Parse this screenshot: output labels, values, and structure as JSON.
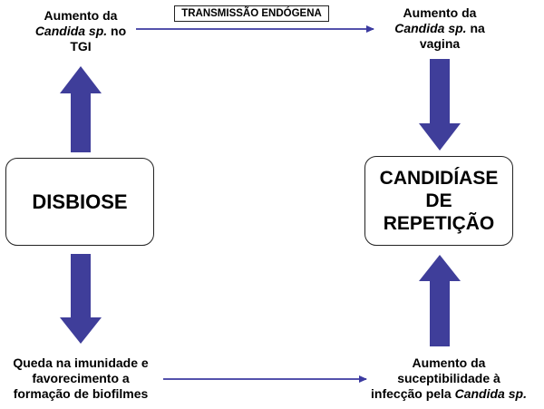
{
  "colors": {
    "arrow": "#3f3e9a",
    "line": "#3b3aa0"
  },
  "top_left": {
    "line1": "Aumento da",
    "genus": "Candida sp.",
    "after": " no",
    "line3": "TGI"
  },
  "top_right": {
    "line1": "Aumento da",
    "genus": "Candida sp.",
    "after": " na",
    "line3": "vagina"
  },
  "transmission_label": "TRANSMISSÃO ENDÓGENA",
  "dysbiosis": {
    "label": "DISBIOSE"
  },
  "recurrent": {
    "line1": "CANDIDÍASE",
    "line2": "DE",
    "line3": "REPETIÇÃO"
  },
  "bottom_left": {
    "line1": "Queda na imunidade e",
    "line2": "favorecimento a",
    "line3": "formação de biofilmes"
  },
  "bottom_right": {
    "line1": "Aumento da",
    "line2": "suceptibilidade à",
    "line3_prefix": "infecção pela ",
    "genus": "Candida sp."
  }
}
